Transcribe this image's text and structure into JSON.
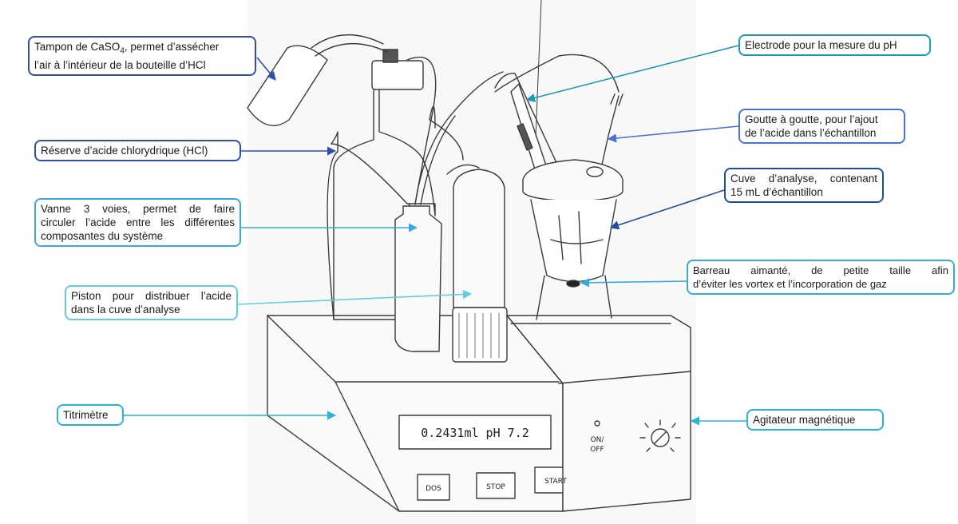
{
  "labels": {
    "tampon": {
      "prefix": "Tampon de CaSO",
      "subscript": "4",
      "suffix": ", permet d’assécher",
      "line2": "l’air à l’intérieur de la bouteille d’HCl"
    },
    "reserve": {
      "text": "Réserve d’acide chlorydrique (HCl)"
    },
    "vanne": {
      "line1": "Vanne 3 voies, permet de faire",
      "line2": "circuler l’acide entre les différentes",
      "line3": "composantes du système"
    },
    "piston": {
      "line1": "Piston pour distribuer l’acide",
      "line2": "dans la cuve d’analyse"
    },
    "titrimetre": {
      "text": "Titrimètre"
    },
    "electrode": {
      "text": "Electrode pour la mesure du pH"
    },
    "goutte": {
      "line1": "Goutte à goutte, pour l’ajout",
      "line2": "de l’acide dans l’échantillon"
    },
    "cuve": {
      "line1": "Cuve d’analyse, contenant",
      "line2": "15 mL d’échantillon"
    },
    "barreau": {
      "line1": "Barreau aimanté, de petite taille afin",
      "line2": "d’éviter les vortex et l’incorporation de gaz"
    },
    "agitateur": {
      "text": "Agitateur magnétique"
    }
  },
  "device": {
    "display_text": "0.2431ml pH 7.2",
    "buttons": [
      "DOS",
      "STOP",
      "START"
    ],
    "switch_label_1": "ON/",
    "switch_label_2": "OFF"
  },
  "colors": {
    "blue_dark": "#2f4fb0",
    "blue_mid": "#4a72d4",
    "blue_light": "#3aa8e0",
    "teal": "#1e9ab8",
    "cyan": "#28b4d6",
    "navy": "#1d4f9c",
    "aqua": "#62cde0"
  }
}
